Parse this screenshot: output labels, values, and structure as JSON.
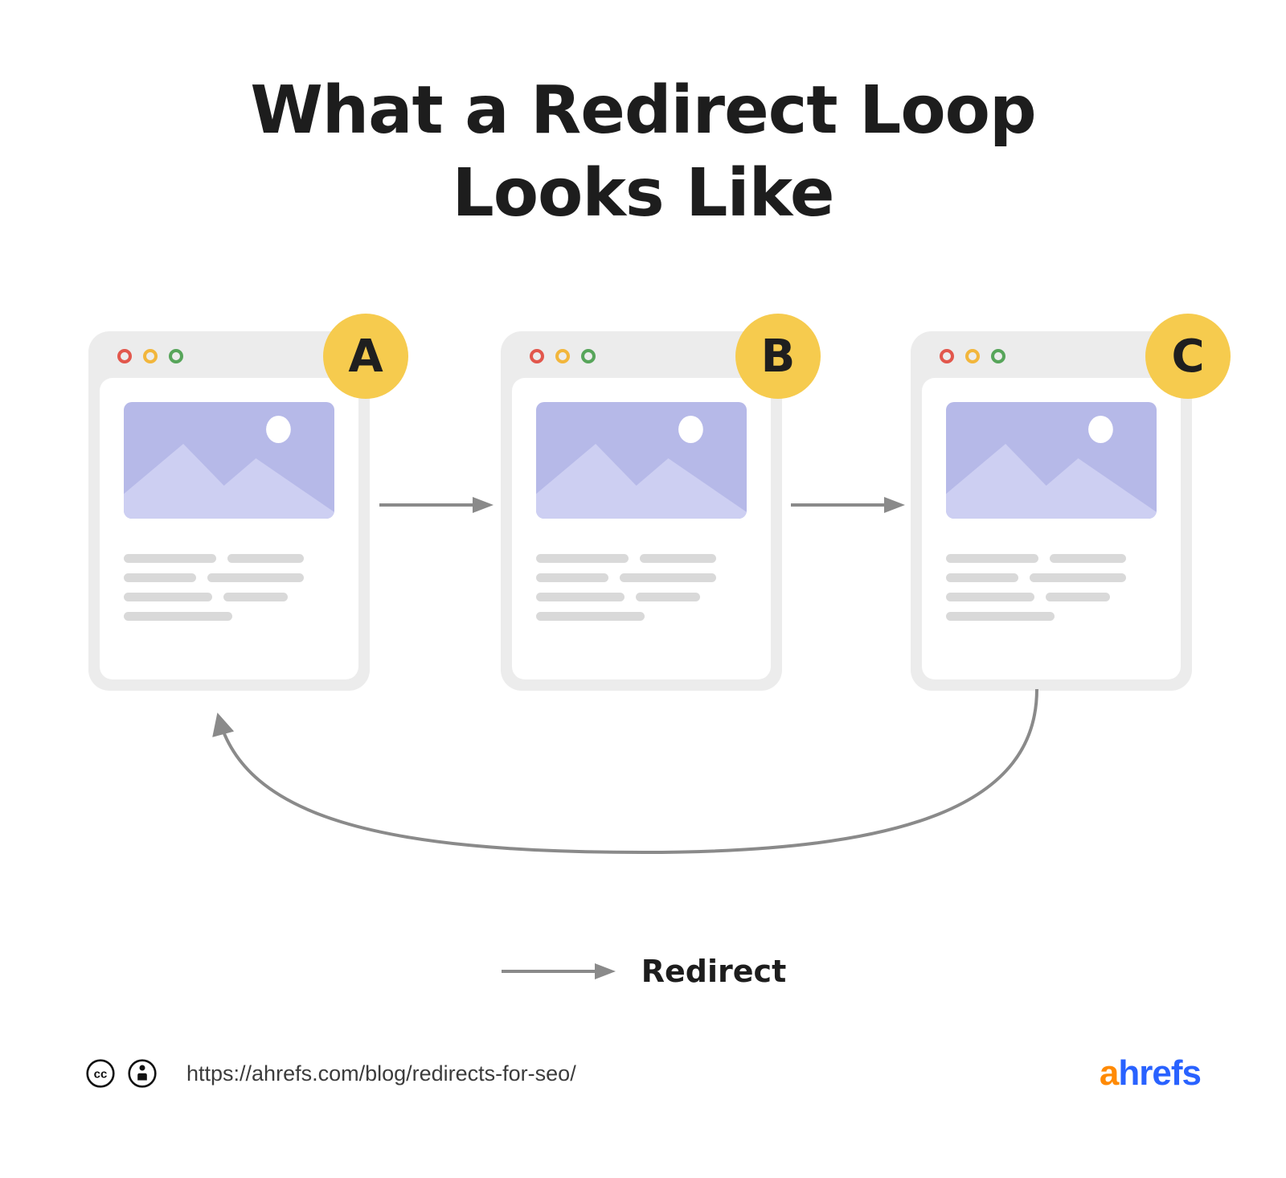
{
  "title": {
    "line1": "What a Redirect Loop",
    "line2": "Looks Like"
  },
  "cards": [
    {
      "label": "A"
    },
    {
      "label": "B"
    },
    {
      "label": "C"
    }
  ],
  "flow": {
    "edges": [
      [
        "A",
        "B"
      ],
      [
        "B",
        "C"
      ],
      [
        "C",
        "A"
      ]
    ],
    "loop": true
  },
  "legend": {
    "label": "Redirect"
  },
  "footer": {
    "url": "https://ahrefs.com/blog/redirects-for-seo/",
    "logo_prefix": "a",
    "logo_suffix": "hrefs",
    "cc_glyph": "cc"
  },
  "icons": {
    "window_controls": [
      "window-dot-red-icon",
      "window-dot-yellow-icon",
      "window-dot-green-icon"
    ],
    "image_placeholder": "mountain-sun-image-icon",
    "redirect_arrow": "right-arrow-icon",
    "loop_arrow": "curved-loop-arrow-icon",
    "license": [
      "cc-icon",
      "attribution-icon"
    ]
  },
  "colors": {
    "badge_yellow": "#F6CB4E",
    "arrow_gray": "#8A8A8A",
    "card_gray": "#ECECEC",
    "panel_white": "#FFFFFF",
    "image_purple": "#B6B9E8",
    "mountain_purple": "#CDCFF2",
    "bar_gray": "#D9D9D9",
    "dot_red": "#E2574C",
    "dot_yellow": "#F2B63C",
    "dot_green": "#57A55A",
    "logo_orange": "#FF8A05",
    "logo_blue": "#2962FF",
    "title_black": "#1D1D1D"
  }
}
